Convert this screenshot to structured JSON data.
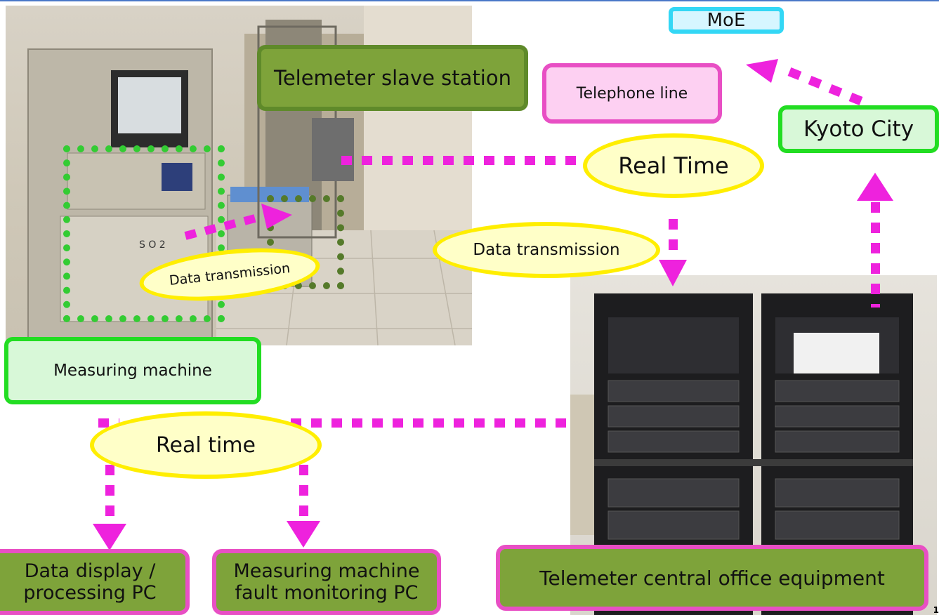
{
  "labels": {
    "moe": "MoE",
    "telemeter_slave_station": "Telemeter slave station",
    "telephone_line": "Telephone line",
    "kyoto_city": "Kyoto City",
    "real_time_upper": "Real Time",
    "data_transmission_right": "Data transmission",
    "data_transmission_left": "Data transmission",
    "measuring_machine": "Measuring machine",
    "real_time_lower": "Real time",
    "data_display_pc_line1": "Data display /",
    "data_display_pc_line2": "processing PC",
    "fault_monitoring_pc_line1": "Measuring machine",
    "fault_monitoring_pc_line2": "fault monitoring PC",
    "telemeter_central_office": "Telemeter central office equipment",
    "page_number": "1"
  },
  "colors": {
    "connector": "#ee22dd",
    "olive_fill": "#7ea33a",
    "pink_border": "#e84fc4",
    "ellipse_fill": "#ffffc8",
    "ellipse_border": "#ffee00",
    "green_border": "#22dd22",
    "cyan_border": "#33d7f5"
  }
}
